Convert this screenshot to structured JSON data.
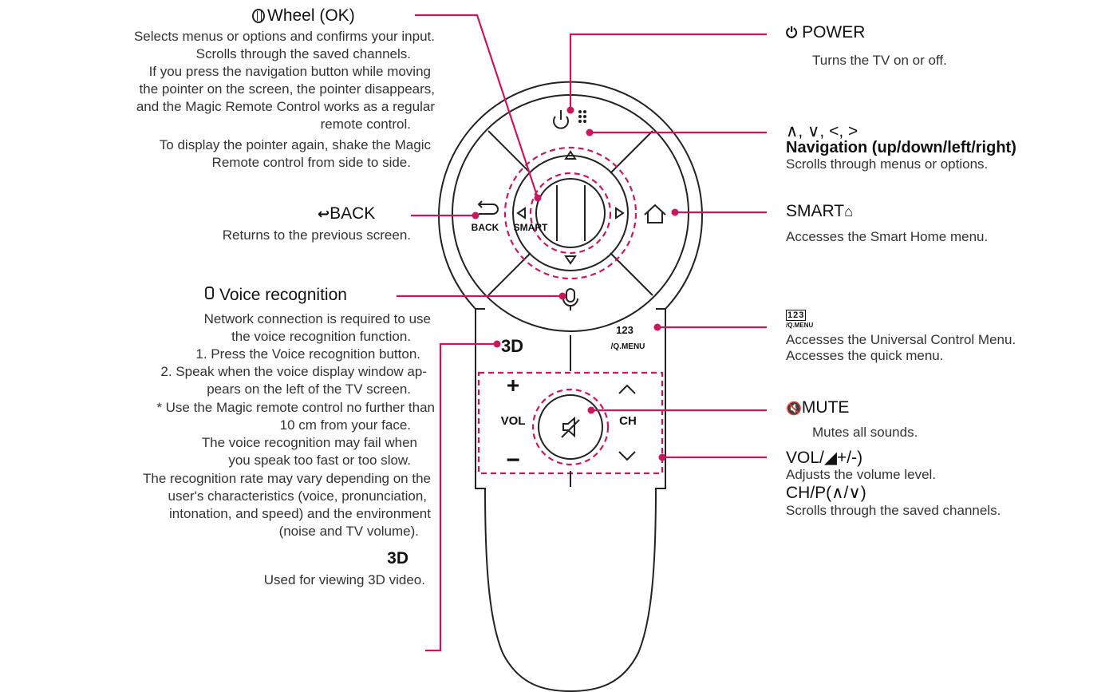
{
  "left": {
    "wheel": {
      "icon": "wheel-icon",
      "title": "Wheel (OK)",
      "lines": [
        "Selects menus or options and confirms your input.",
        "Scrolls through the saved channels.",
        "If you press the navigation button while moving",
        "the pointer on the screen, the pointer disappears,",
        "and the Magic Remote Control works as a regular",
        "remote control.",
        "To display the pointer again, shake the Magic",
        "Remote control from side to side."
      ]
    },
    "back": {
      "icon": "back-arrow-icon",
      "title": "BACK",
      "desc": "Returns to the previous screen."
    },
    "voice": {
      "icon": "microphone-icon",
      "title": "Voice recognition",
      "lines": [
        "Network connection is required to use",
        "the voice recognition function.",
        "1. Press the Voice recognition button.",
        "2. Speak when the voice display window ap-",
        "pears on the left of the TV screen.",
        "* Use the Magic remote control no further than",
        "10 cm from your face.",
        "The voice recognition may fail when",
        "you speak too fast or too slow.",
        "The recognition rate may vary depending on the",
        "user's characteristics (voice, pronunciation,",
        "intonation, and speed) and the environment",
        "(noise and TV volume)."
      ]
    },
    "three_d": {
      "title": "3D",
      "desc": "Used for viewing 3D video."
    }
  },
  "right": {
    "power": {
      "icon": "power-icon",
      "title": "POWER",
      "desc": "Turns the TV on or off."
    },
    "navigation": {
      "symbols": "∧, ∨, <, >",
      "title": "Navigation (up/down/left/right)",
      "desc": "Scrolls through menus or options."
    },
    "smart": {
      "title": "SMART",
      "icon": "home-icon",
      "desc": "Accesses the Smart Home menu."
    },
    "menu123": {
      "digits": "123",
      "sub": "/Q.MENU",
      "lines": [
        "Accesses the Universal Control Menu.",
        "Accesses the quick menu."
      ]
    },
    "mute": {
      "icon": "mute-icon",
      "title": "MUTE",
      "desc": "Mutes all sounds."
    },
    "vol": {
      "title": "VOL/◢+/-)",
      "desc": "Adjusts the volume level."
    },
    "ch": {
      "title": "CH/P(∧/∨)",
      "desc": "Scrolls through the saved channels."
    }
  },
  "remote": {
    "back_label": "BACK",
    "smart_label": "SMART",
    "three_d_label": "3D",
    "menu_digits": "123",
    "menu_sub": "/Q.MENU",
    "vol_label": "VOL",
    "ch_label": "CH",
    "plus_glyph": "+",
    "minus_glyph": "−"
  },
  "colors": {
    "accent": "#c8175e",
    "outline": "#222222",
    "text": "#333333"
  }
}
